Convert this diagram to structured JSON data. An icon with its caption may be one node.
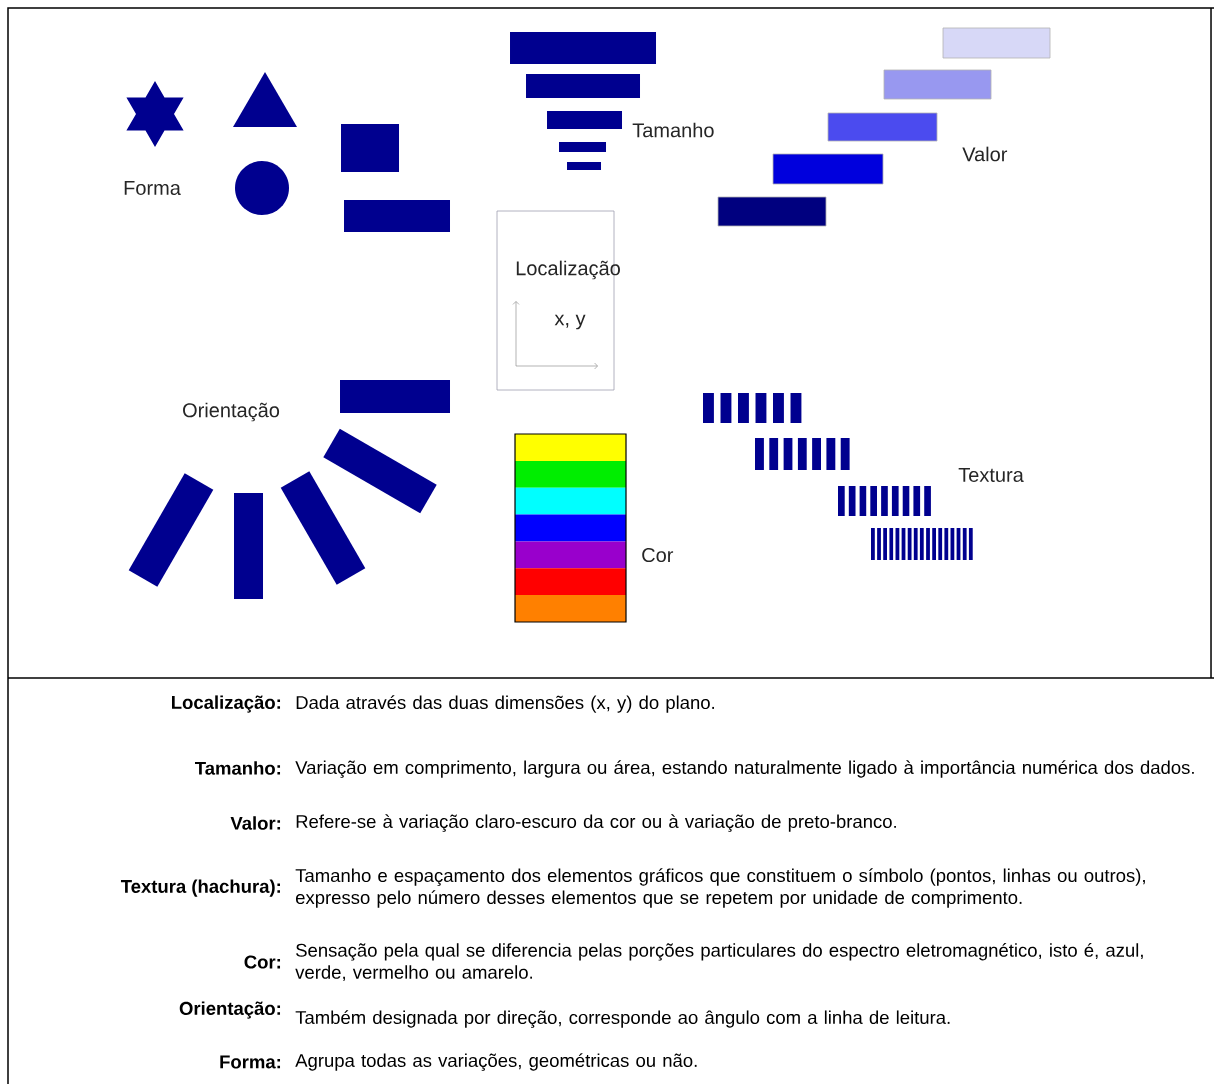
{
  "diagram": {
    "nodes": [
      {
        "text": [
          "Localização",
          "x, y"
        ]
      }
    ],
    "labels": [
      "Tamanho",
      "Valor",
      "Forma",
      "Orientação",
      "Textura",
      "Cor",
      "Localização:",
      "Dada através das duas dimensões (x, y) do plano.",
      "Tamanho:",
      "Variação em comprimento, largura ou área, estando naturalmente ligado à importância numérica dos dados.",
      "Valor:",
      "Refere-se à variação claro-escuro da cor ou à variação de preto-branco.",
      "Textura (hachura):",
      "Tamanho e espaçamento dos elementos gráficos que constituem o símbolo (pontos, linhas ou outros), expresso pelo número desses elementos que se repetem por unidade de comprimento.",
      "Cor:",
      "Sensação pela qual se diferencia pelas porções particulares do espectro eletromagnético, isto é, azul, verde, vermelho ou amarelo.",
      "Orientação:",
      "Também designada por direção, corresponde ao ângulo com a linha de leitura.",
      "Forma:",
      "Agrupa todas as variações, geométricas ou não."
    ]
  }
}
